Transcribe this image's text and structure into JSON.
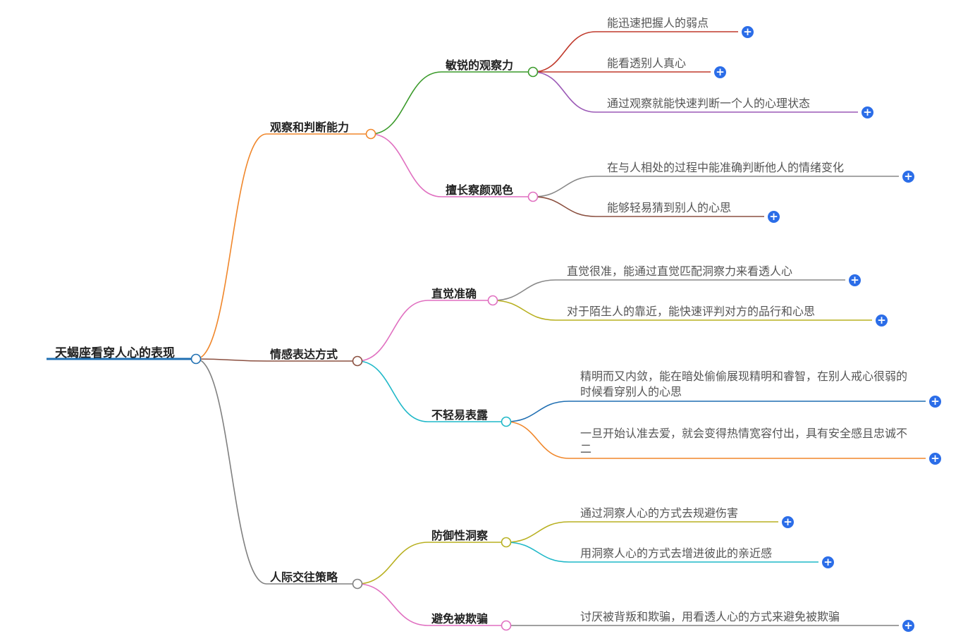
{
  "root": {
    "label": "天蝎座看穿人心的表现",
    "color": "#1f6fb2"
  },
  "branches": [
    {
      "label": "观察和判断能力",
      "color": "#f0872b",
      "children": [
        {
          "label": "敏锐的观察力",
          "color": "#3a9a2a",
          "leaves": [
            {
              "text": "能迅速把握人的弱点",
              "color": "#c0392b"
            },
            {
              "text": "能看透别人真心",
              "color": "#c0392b"
            },
            {
              "text": "通过观察就能快速判断一个人的心理状态",
              "color": "#9b59b6"
            }
          ]
        },
        {
          "label": "擅长察颜观色",
          "color": "#e06fc0",
          "leaves": [
            {
              "text": "在与人相处的过程中能准确判断他人的情绪变化",
              "color": "#888888"
            },
            {
              "text": "能够轻易猜到别人的心思",
              "color": "#8b5040"
            }
          ]
        }
      ]
    },
    {
      "label": "情感表达方式",
      "color": "#8b5040",
      "children": [
        {
          "label": "直觉准确",
          "color": "#e06fc0",
          "leaves": [
            {
              "text": "直觉很准，能通过直觉匹配洞察力来看透人心",
              "color": "#888888"
            },
            {
              "text": "对于陌生人的靠近，能快速评判对方的品行和心思",
              "color": "#b8b020"
            }
          ]
        },
        {
          "label": "不轻易表露",
          "color": "#1fb8c8",
          "leaves": [
            {
              "text": "精明而又内敛，能在暗处偷偷展现精明和睿智，在别人戒心很弱的时候看穿别人的心思",
              "color": "#1f6fb2"
            },
            {
              "text": "一旦开始认准去爱，就会变得热情宽容付出，具有安全感且忠诚不二",
              "color": "#f0872b"
            }
          ]
        }
      ]
    },
    {
      "label": "人际交往策略",
      "color": "#808080",
      "children": [
        {
          "label": "防御性洞察",
          "color": "#b8b020",
          "leaves": [
            {
              "text": "通过洞察人心的方式去规避伤害",
              "color": "#b8b020"
            },
            {
              "text": "用洞察人心的方式去增进彼此的亲近感",
              "color": "#1fb8c8"
            }
          ]
        },
        {
          "label": "避免被欺骗",
          "color": "#e06fc0",
          "leaves": [
            {
              "text": "讨厌被背叛和欺骗，用看透人心的方式来避免被欺骗",
              "color": "#808080"
            }
          ]
        }
      ]
    }
  ]
}
